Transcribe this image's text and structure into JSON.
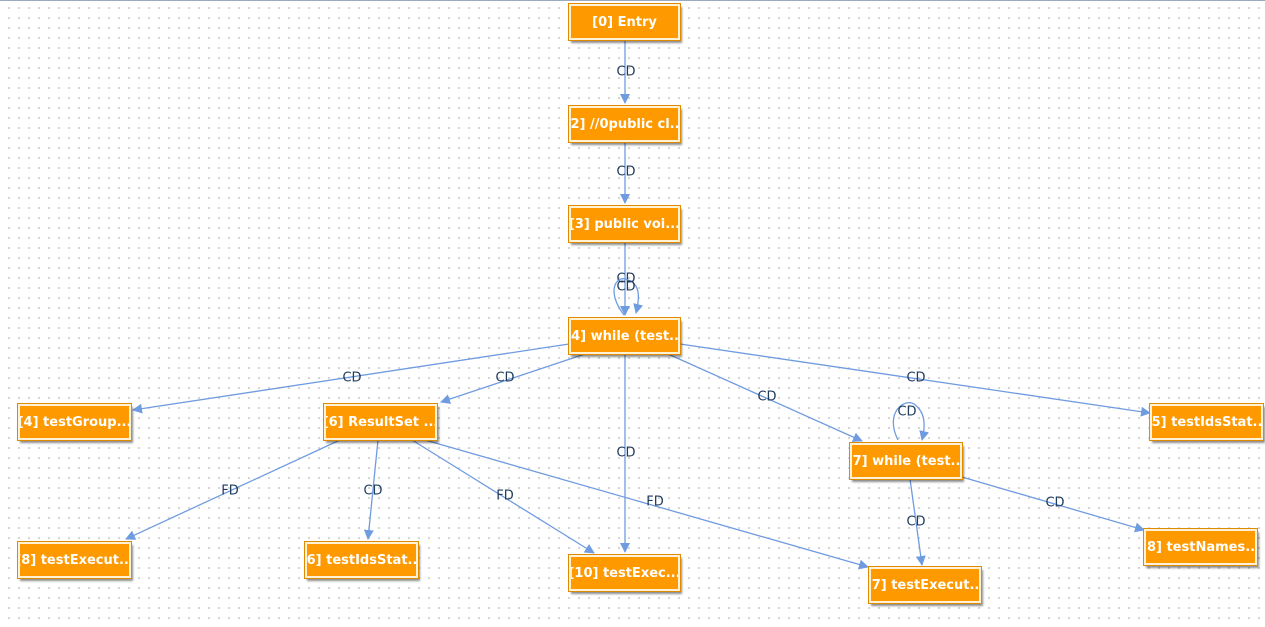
{
  "diagram": {
    "edge_color": "#6f9be0",
    "node_color": "#ff9900",
    "nodes": [
      {
        "id": "n0",
        "label": "[0] Entry"
      },
      {
        "id": "n2",
        "label": "[2] //0public cl..."
      },
      {
        "id": "n3",
        "label": "[3] public voi..."
      },
      {
        "id": "n4",
        "label": "[4] while (test..."
      },
      {
        "id": "n4b",
        "label": "[4] testGroup..."
      },
      {
        "id": "n6",
        "label": "[6] ResultSet ..."
      },
      {
        "id": "n7w",
        "label": "[7] while (test..."
      },
      {
        "id": "n5",
        "label": "[5] testIdsStat..."
      },
      {
        "id": "n8a",
        "label": "[8] testExecut..."
      },
      {
        "id": "n6b",
        "label": "[6] testIdsStat..."
      },
      {
        "id": "n10",
        "label": "[10] testExec..."
      },
      {
        "id": "n7b",
        "label": "[7] testExecut..."
      },
      {
        "id": "n8b",
        "label": "[8] testNames..."
      }
    ],
    "edges": [
      {
        "from": "n0",
        "to": "n2",
        "label": "CD"
      },
      {
        "from": "n2",
        "to": "n3",
        "label": "CD"
      },
      {
        "from": "n3",
        "to": "n4",
        "label": "CD"
      },
      {
        "from": "n4",
        "to": "n4",
        "label": "CD",
        "loop": true
      },
      {
        "from": "n4",
        "to": "n4b",
        "label": "CD"
      },
      {
        "from": "n4",
        "to": "n6",
        "label": "CD"
      },
      {
        "from": "n4",
        "to": "n10",
        "label": "CD"
      },
      {
        "from": "n4",
        "to": "n7w",
        "label": "CD"
      },
      {
        "from": "n4",
        "to": "n5",
        "label": "CD"
      },
      {
        "from": "n6",
        "to": "n8a",
        "label": "FD"
      },
      {
        "from": "n6",
        "to": "n6b",
        "label": "CD"
      },
      {
        "from": "n6",
        "to": "n10",
        "label": "FD"
      },
      {
        "from": "n6",
        "to": "n7b",
        "label": "FD"
      },
      {
        "from": "n7w",
        "to": "n7w",
        "label": "CD",
        "loop": true
      },
      {
        "from": "n7w",
        "to": "n7b",
        "label": "CD"
      },
      {
        "from": "n7w",
        "to": "n8b",
        "label": "CD"
      }
    ]
  }
}
